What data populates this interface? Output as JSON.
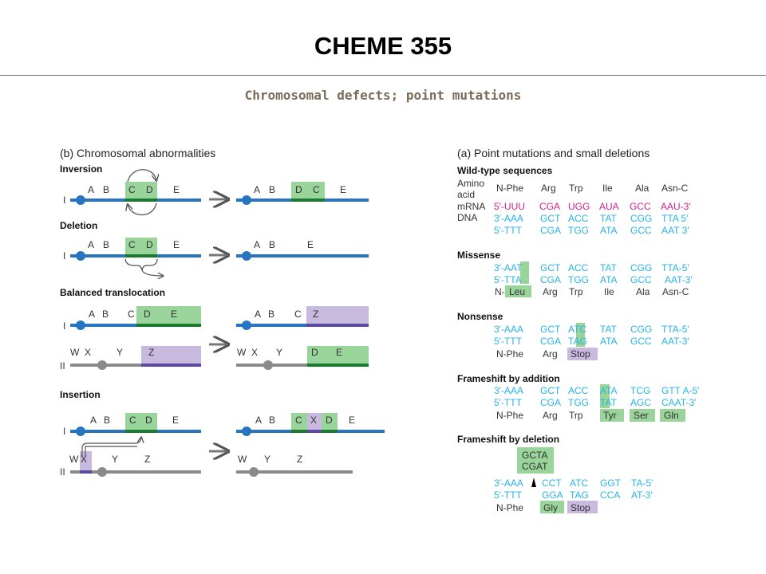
{
  "title": "CHEME 355",
  "subtitle": "Chromosomal defects; point mutations",
  "colors": {
    "chromI": "#2775c0",
    "chromII": "#8a8a8a",
    "green": "#99d49a",
    "purple": "#c8b9de",
    "cyanText": "#2ab3e6",
    "magentaText": "#d6218a"
  },
  "left": {
    "heading": "(b) Chromosomal abnormalities",
    "chrom_I": "I",
    "chrom_II": "II",
    "inversion": {
      "label": "Inversion",
      "before": [
        "A",
        "B",
        "C",
        "D",
        "E"
      ],
      "after": [
        "A",
        "B",
        "D",
        "C",
        "E"
      ]
    },
    "deletion": {
      "label": "Deletion",
      "before": [
        "A",
        "B",
        "C",
        "D",
        "E"
      ],
      "after": [
        "A",
        "B",
        "E"
      ]
    },
    "translocation": {
      "label": "Balanced translocation",
      "before_I": [
        "A",
        "B",
        "C",
        "D",
        "E"
      ],
      "after_I": [
        "A",
        "B",
        "C",
        "Z"
      ],
      "before_II": [
        "W",
        "X",
        "Y",
        "Z"
      ],
      "after_II": [
        "W",
        "X",
        "Y",
        "D",
        "E"
      ]
    },
    "insertion": {
      "label": "Insertion",
      "before_I": [
        "A",
        "B",
        "C",
        "D",
        "E"
      ],
      "after_I": [
        "A",
        "B",
        "C",
        "X",
        "D",
        "E"
      ],
      "before_II": [
        "W",
        "X",
        "Y",
        "Z"
      ],
      "after_II": [
        "W",
        "Y",
        "Z"
      ]
    }
  },
  "right": {
    "heading": "(a) Point mutations and small deletions",
    "wild": {
      "label": "Wild-type sequences",
      "amino_label_1": "Amino",
      "amino_label_2": "acid",
      "mrna_label": "mRNA",
      "dna_label": "DNA",
      "amino": [
        "N-Phe",
        "Arg",
        "Trp",
        "Ile",
        "Ala",
        "Asn-C"
      ],
      "mrna": [
        "5′-UUU",
        "CGA",
        "UGG",
        "AUA",
        "GCC",
        "AAU-3′"
      ],
      "dna1": [
        "3′-AAA",
        "GCT",
        "ACC",
        "TAT",
        "CGG",
        "TTA 5′"
      ],
      "dna2": [
        "5′-TTT",
        "CGA",
        "TGG",
        "ATA",
        "GCC",
        "AAT 3′"
      ]
    },
    "missense": {
      "label": "Missense",
      "dna1": [
        "3′-AAT",
        "GCT",
        "ACC",
        "TAT",
        "CGG",
        "TTA-5′"
      ],
      "dna2": [
        "5′-TTA",
        "CGA",
        "TGG",
        "ATA",
        "GCC",
        "AAT-3′"
      ],
      "amino_prefix": "N-",
      "amino": [
        "Leu",
        "Arg",
        "Trp",
        "Ile",
        "Ala",
        "Asn-C"
      ]
    },
    "nonsense": {
      "label": "Nonsense",
      "dna1": [
        "3′-AAA",
        "GCT",
        "ATC",
        "TAT",
        "CGG",
        "TTA-5′"
      ],
      "dna2": [
        "5′-TTT",
        "CGA",
        "TAG",
        "ATA",
        "GCC",
        "AAT-3′"
      ],
      "amino": [
        "N-Phe",
        "Arg",
        "Stop"
      ]
    },
    "frameshift_add": {
      "label": "Frameshift by addition",
      "dna1": [
        "3′-AAA",
        "GCT",
        "ACC",
        "ATA",
        "TCG",
        "GTT A-5′"
      ],
      "dna2": [
        "5′-TTT",
        "CGA",
        "TGG",
        "TAT",
        "AGC",
        "CAAT-3′"
      ],
      "amino": [
        "N-Phe",
        "Arg",
        "Trp",
        "Tyr",
        "Ser",
        "Gln"
      ]
    },
    "frameshift_del": {
      "label": "Frameshift by deletion",
      "box1": "GCTA",
      "box2": "CGAT",
      "dna1": [
        "3′-AAA",
        "CCT",
        "ATC",
        "GGT",
        "TA-5′"
      ],
      "dna2": [
        "5′-TTT",
        "GGA",
        "TAG",
        "CCA",
        "AT-3′"
      ],
      "amino": [
        "N-Phe",
        "Gly",
        "Stop"
      ]
    }
  }
}
